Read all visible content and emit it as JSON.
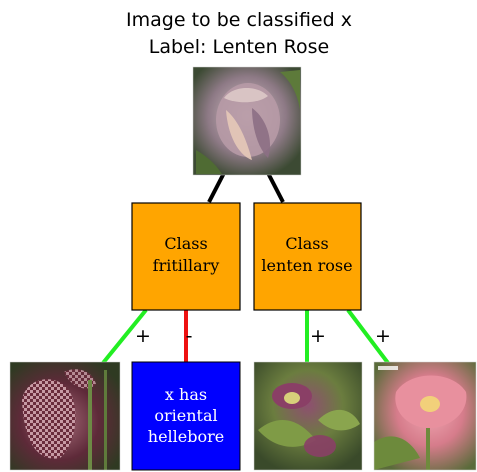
{
  "title": {
    "line1": "Image to be classified x",
    "line2": "Label: Lenten Rose"
  },
  "root_image": {
    "depicts": "lenten rose flower (pale mauve hellebore)",
    "icon": "flower-photo-icon"
  },
  "class_nodes": [
    {
      "line1": "Class",
      "line2": "fritillary"
    },
    {
      "line1": "Class",
      "line2": "lenten rose"
    }
  ],
  "edge_signs": [
    "+",
    "-",
    "+",
    "+"
  ],
  "leaf_text_box": {
    "lines": [
      "x has",
      "oriental",
      "hellebore"
    ]
  },
  "leaf_images": [
    {
      "depicts": "fritillary flower (checkered purple bell)",
      "icon": "flower-photo-icon"
    },
    {
      "depicts": "hellebore flower (purple/green)",
      "icon": "flower-photo-icon"
    },
    {
      "depicts": "pink hellebore flower",
      "icon": "flower-photo-icon"
    }
  ],
  "colors": {
    "class_box": "#FFA500",
    "text_box": "#0000FF",
    "positive_edge": "#22EE22",
    "negative_edge": "#EE1111",
    "tree_edge": "#000000"
  }
}
